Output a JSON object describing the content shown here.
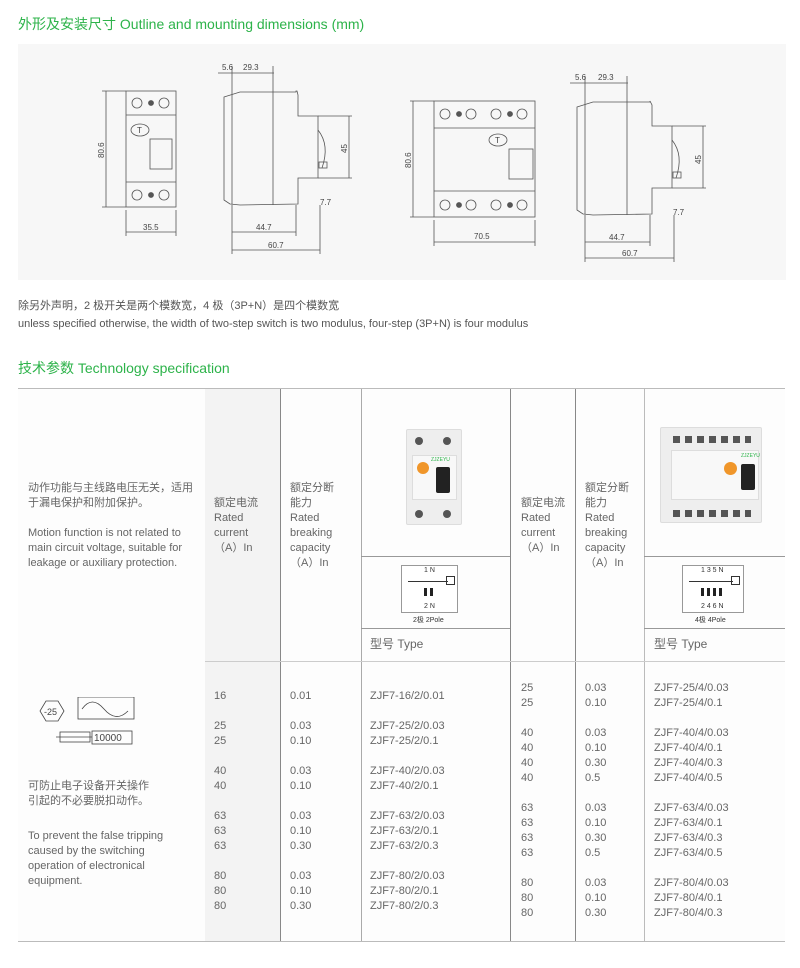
{
  "outline": {
    "title": "外形及安装尺寸  Outline and mounting dimensions (mm)",
    "two_pole": {
      "height": "80.6",
      "width": "35.5",
      "side_a": "5.6",
      "side_b": "29.3",
      "rail": "45",
      "depth_a": "44.7",
      "depth_b": "60.7",
      "clip": "7.7"
    },
    "four_pole": {
      "height": "80.6",
      "width": "70.5",
      "side_a": "5.6",
      "side_b": "29.3",
      "rail": "45",
      "depth_a": "44.7",
      "depth_b": "60.7",
      "clip": "7.7"
    },
    "test_button": "T"
  },
  "notes": {
    "cn": "除另外声明，2 极开关是两个模数宽，4 极（3P+N）是四个模数宽",
    "en": "unless specified otherwise, the width of two-step switch is two modulus, four-step (3P+N) is four modulus"
  },
  "spec": {
    "title": "技术参数 Technology specification",
    "desc_cn": "动作功能与主线路电压无关，适用于漏电保护和附加保护。",
    "desc_en": "Motion function is not related to main circuit voltage, suitable for leakage or auxiliary protection.",
    "rated_current": [
      "额定电流",
      "Rated",
      "current",
      "（A）In"
    ],
    "breaking": [
      "额定分断",
      "能力",
      "Rated",
      "breaking",
      "capacity",
      "（A）In"
    ],
    "type_label": "型号 Type",
    "brand": "ZJZEYU",
    "pole2_caption": "2极  2Pole",
    "pole4_caption": "4极  4Pole",
    "pole2_terminals_top": "1 N",
    "pole2_terminals_bottom": "2 N",
    "pole4_terminals_top": "1 3 5 N",
    "pole4_terminals_bottom": "2 4 6 N",
    "temp_symbol": "-25",
    "impulse_symbol": "10000",
    "prevent_cn": "可防止电子设备开关操作引起的不必要脱扣动作。",
    "prevent_en": "To prevent the false tripping caused by the switching operation of electronical equipment.",
    "two_pole_groups": [
      [
        [
          "16",
          "0.01",
          "ZJF7-16/2/0.01"
        ]
      ],
      [
        [
          "25",
          "0.03",
          "ZJF7-25/2/0.03"
        ],
        [
          "25",
          "0.10",
          "ZJF7-25/2/0.1"
        ]
      ],
      [
        [
          "40",
          "0.03",
          "ZJF7-40/2/0.03"
        ],
        [
          "40",
          "0.10",
          "ZJF7-40/2/0.1"
        ]
      ],
      [
        [
          "63",
          "0.03",
          "ZJF7-63/2/0.03"
        ],
        [
          "63",
          "0.10",
          "ZJF7-63/2/0.1"
        ],
        [
          "63",
          "0.30",
          "ZJF7-63/2/0.3"
        ]
      ],
      [
        [
          "80",
          "0.03",
          "ZJF7-80/2/0.03"
        ],
        [
          "80",
          "0.10",
          "ZJF7-80/2/0.1"
        ],
        [
          "80",
          "0.30",
          "ZJF7-80/2/0.3"
        ]
      ]
    ],
    "four_pole_groups": [
      [
        [
          "25",
          "0.03",
          "ZJF7-25/4/0.03"
        ],
        [
          "25",
          "0.10",
          "ZJF7-25/4/0.1"
        ]
      ],
      [
        [
          "40",
          "0.03",
          "ZJF7-40/4/0.03"
        ],
        [
          "40",
          "0.10",
          "ZJF7-40/4/0.1"
        ],
        [
          "40",
          "0.30",
          "ZJF7-40/4/0.3"
        ],
        [
          "40",
          "0.5",
          "ZJF7-40/4/0.5"
        ]
      ],
      [
        [
          "63",
          "0.03",
          "ZJF7-63/4/0.03"
        ],
        [
          "63",
          "0.10",
          "ZJF7-63/4/0.1"
        ],
        [
          "63",
          "0.30",
          "ZJF7-63/4/0.3"
        ],
        [
          "63",
          "0.5",
          "ZJF7-63/4/0.5"
        ]
      ],
      [
        [
          "80",
          "0.03",
          "ZJF7-80/4/0.03"
        ],
        [
          "80",
          "0.10",
          "ZJF7-80/4/0.1"
        ],
        [
          "80",
          "0.30",
          "ZJF7-80/4/0.3"
        ]
      ]
    ]
  }
}
